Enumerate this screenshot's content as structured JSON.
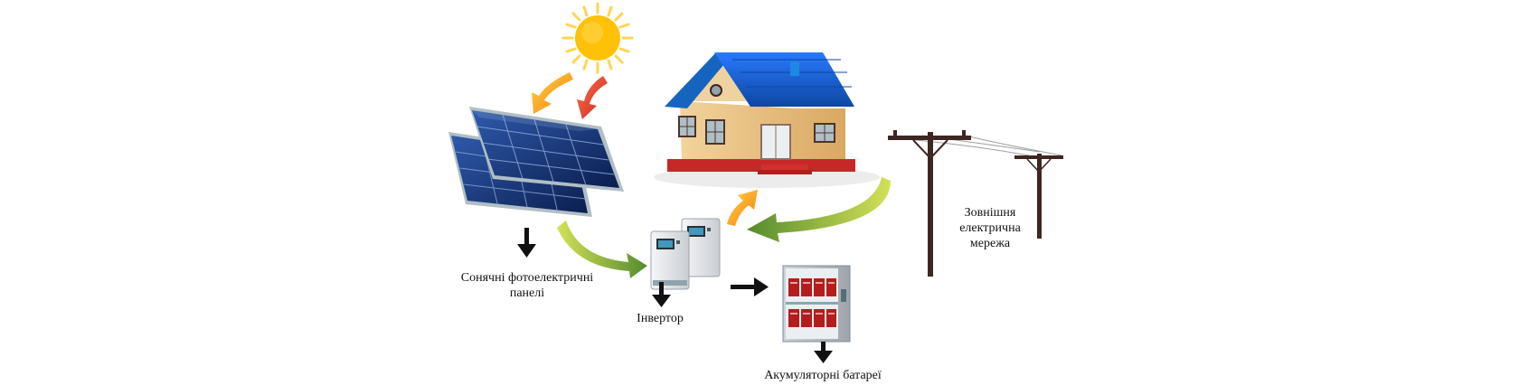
{
  "labels": {
    "solar_panels_line1": "Сонячні фотоелектричні",
    "solar_panels_line2": "панелі",
    "inverter": "Інвертор",
    "batteries": "Акумуляторні батареї",
    "grid_line1": "Зовнішня",
    "grid_line2": "електрична",
    "grid_line3": "мережа"
  },
  "colors": {
    "sun": "#FFC107",
    "sun_rays": "#FFD54F",
    "arrow_orange": "#F5A623",
    "arrow_red": "#D32F2F",
    "arrow_green": "#7CB518",
    "roof_blue": "#1565C0",
    "house_wall": "#E8C285",
    "house_base": "#C62828",
    "panel_blue": "#12306E",
    "pole_brown": "#3E2723",
    "inverter_body": "#E3E6EA",
    "battery_red": "#B71C1C",
    "black_arrow": "#111111"
  }
}
